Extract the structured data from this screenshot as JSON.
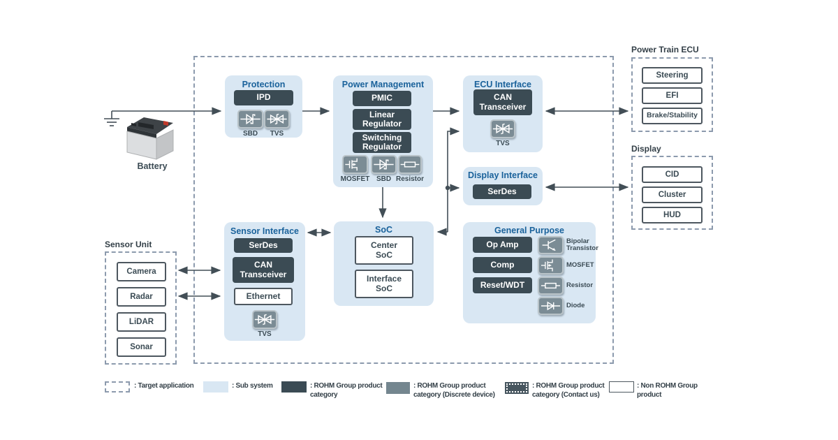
{
  "battery": {
    "label": "Battery"
  },
  "protection": {
    "title": "Protection",
    "ipd": "IPD",
    "sbd": "SBD",
    "tvs": "TVS"
  },
  "power_management": {
    "title": "Power Management",
    "pmic": "PMIC",
    "linear": "Linear Regulator",
    "switching": "Switching Regulator",
    "mosfet": "MOSFET",
    "sbd": "SBD",
    "resistor": "Resistor"
  },
  "ecu_interface": {
    "title": "ECU Interface",
    "can": "CAN Transceiver",
    "tvs": "TVS"
  },
  "display_interface": {
    "title": "Display Interface",
    "serdes": "SerDes"
  },
  "sensor_interface": {
    "title": "Sensor Interface",
    "serdes": "SerDes",
    "can": "CAN Transceiver",
    "ethernet": "Ethernet",
    "tvs": "TVS"
  },
  "soc": {
    "title": "SoC",
    "center": "Center SoC",
    "interface": "Interface SoC"
  },
  "general_purpose": {
    "title": "General Purpose",
    "opamp": "Op Amp",
    "comp": "Comp",
    "reset": "Reset/WDT",
    "bipolar": "Bipolar Transistor",
    "mosfet": "MOSFET",
    "resistor": "Resistor",
    "diode": "Diode"
  },
  "power_train_ecu": {
    "title": "Power Train ECU",
    "items": [
      "Steering",
      "EFI",
      "Brake/Stability"
    ]
  },
  "display": {
    "title": "Display",
    "items": [
      "CID",
      "Cluster",
      "HUD"
    ]
  },
  "sensor_unit": {
    "title": "Sensor Unit",
    "items": [
      "Camera",
      "Radar",
      "LiDAR",
      "Sonar"
    ]
  },
  "legend": {
    "items": [
      {
        "label": ": Target application"
      },
      {
        "label": ": Sub system"
      },
      {
        "label": ": ROHM Group product category"
      },
      {
        "label": ": ROHM Group product category (Discrete device)"
      },
      {
        "label": ": ROHM Group product category (Contact us)"
      },
      {
        "label": ": Non ROHM Group product"
      }
    ]
  },
  "colors": {
    "block_bg": "#d9e7f3",
    "rohm_box": "#3b4b54",
    "discrete_box": "#7b8c95",
    "title_blue": "#1a629b",
    "line": "#424e56",
    "dashed": "#8c9aad"
  }
}
